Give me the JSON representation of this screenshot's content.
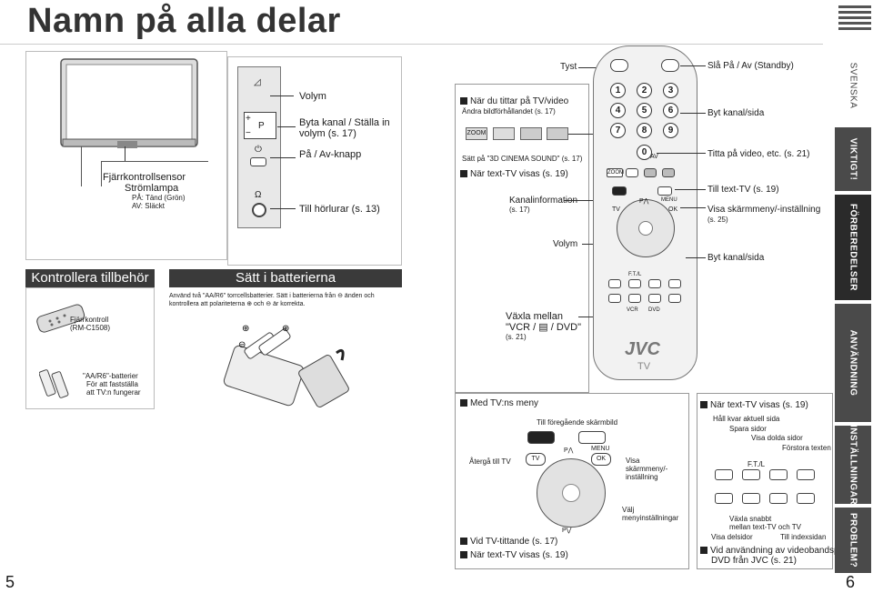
{
  "page": {
    "title": "Namn på alla delar",
    "left_page_number": "5",
    "right_page_number": "6"
  },
  "tv_panel": {
    "remote_sensor": "Fjärrkontrollsensor",
    "lamp_title": "Strömlampa",
    "lamp_on": "PÅ: Tänd (Grön)",
    "lamp_off": "AV: Släckt"
  },
  "side_buttons": {
    "volume": "Volym",
    "channel_line1": "Byta kanal / Ställa in",
    "channel_line2": "volym (s. 17)",
    "power": "På / Av-knapp",
    "headphones": "Till hörlurar (s. 13)",
    "plus": "+",
    "minus": "−",
    "p": "P"
  },
  "accessories": {
    "header": "Kontrollera tillbehör",
    "remote_label": "Fjärrkontroll",
    "remote_model": "(RM-C1508)",
    "battery_label": "\"AA/R6\"-batterier",
    "battery_note1": "För att fastställa",
    "battery_note2": "att TV:n fungerar"
  },
  "batteries": {
    "header": "Sätt i batterierna",
    "text1": "Använd två \"AA/R6\" torrcellsbatterier. Sätt i batterierna från ⊖ änden och",
    "text2": "kontrollera att polariteterna ⊕ och ⊖ är korrekta."
  },
  "remote_left": {
    "watching_header": "När du tittar på TV/video",
    "change_ratio": "Ändra bildförhållandet (s. 17)",
    "zoom": "ZOOM",
    "cinema_sound": "Sätt på \"3D CINEMA SOUND\" (s. 17)",
    "teletext_header": "När text-TV visas (s. 19)",
    "channel_info": "Kanalinformation",
    "channel_info_ref": "(s. 17)",
    "volume": "Volym",
    "switch_line1": "Växla mellan",
    "switch_line2": "\"VCR / ▤ / DVD\"",
    "switch_ref": "(s. 21)",
    "mute": "Tyst"
  },
  "remote_right": {
    "power": "Slå På / Av (Standby)",
    "change_channel": "Byt kanal/sida",
    "watch_video": "Titta på video, etc. (s. 21)",
    "to_teletext": "Till text-TV (s. 19)",
    "show_menu": "Visa skärmmeny/-inställning",
    "show_menu_ref": "(s. 25)",
    "change_channel2": "Byt kanal/sida"
  },
  "remote_keys": {
    "digits": [
      "1",
      "2",
      "3",
      "4",
      "5",
      "6",
      "7",
      "8",
      "9",
      "0"
    ],
    "av": "AV",
    "zoom": "ZOOM",
    "tv": "TV",
    "menu": "MENU",
    "ok": "OK",
    "p_up": "P⋀",
    "ftl": "F.T./L",
    "vcr": "VCR",
    "dvd": "DVD",
    "brand": "JVC",
    "brand_sub": "TV"
  },
  "menu_section": {
    "header": "Med TV:ns meny",
    "prev_screen": "Till föregående skärmbild",
    "return_tv": "Återgå till TV",
    "menu": "MENU",
    "ok": "OK",
    "tv": "TV",
    "p_up": "P⋀",
    "p_down": "P⋁",
    "show_menu1": "Visa",
    "show_menu2": "skärmmeny/-",
    "show_menu3": "inställning",
    "choose1": "Välj",
    "choose2": "menyinställningar",
    "tv_watching": "Vid TV-tittande (s. 17)",
    "teletext": "När text-TV visas (s. 19)"
  },
  "teletext_section": {
    "header": "När text-TV visas (s. 19)",
    "hold_page": "Håll kvar aktuell sida",
    "save_pages": "Spara sidor",
    "show_hidden": "Visa dolda sidor",
    "enlarge": "Förstora texten",
    "ftl": "F.T./L",
    "quick_switch1": "Växla snabbt",
    "quick_switch2": "mellan text-TV och TV",
    "subpages": "Visa delsidor",
    "index": "Till indexsidan",
    "vcr_header1": "Vid användning av videobandspelare/",
    "vcr_header2": "DVD från JVC (s. 21)"
  },
  "side_tabs": {
    "lang": "SVENSKA",
    "important": "VIKTIGT!",
    "prep": "FÖRBEREDELSER",
    "usage": "ANVÄNDNING",
    "settings": "INSTÄLLNINGAR",
    "problem": "PROBLEM?"
  }
}
